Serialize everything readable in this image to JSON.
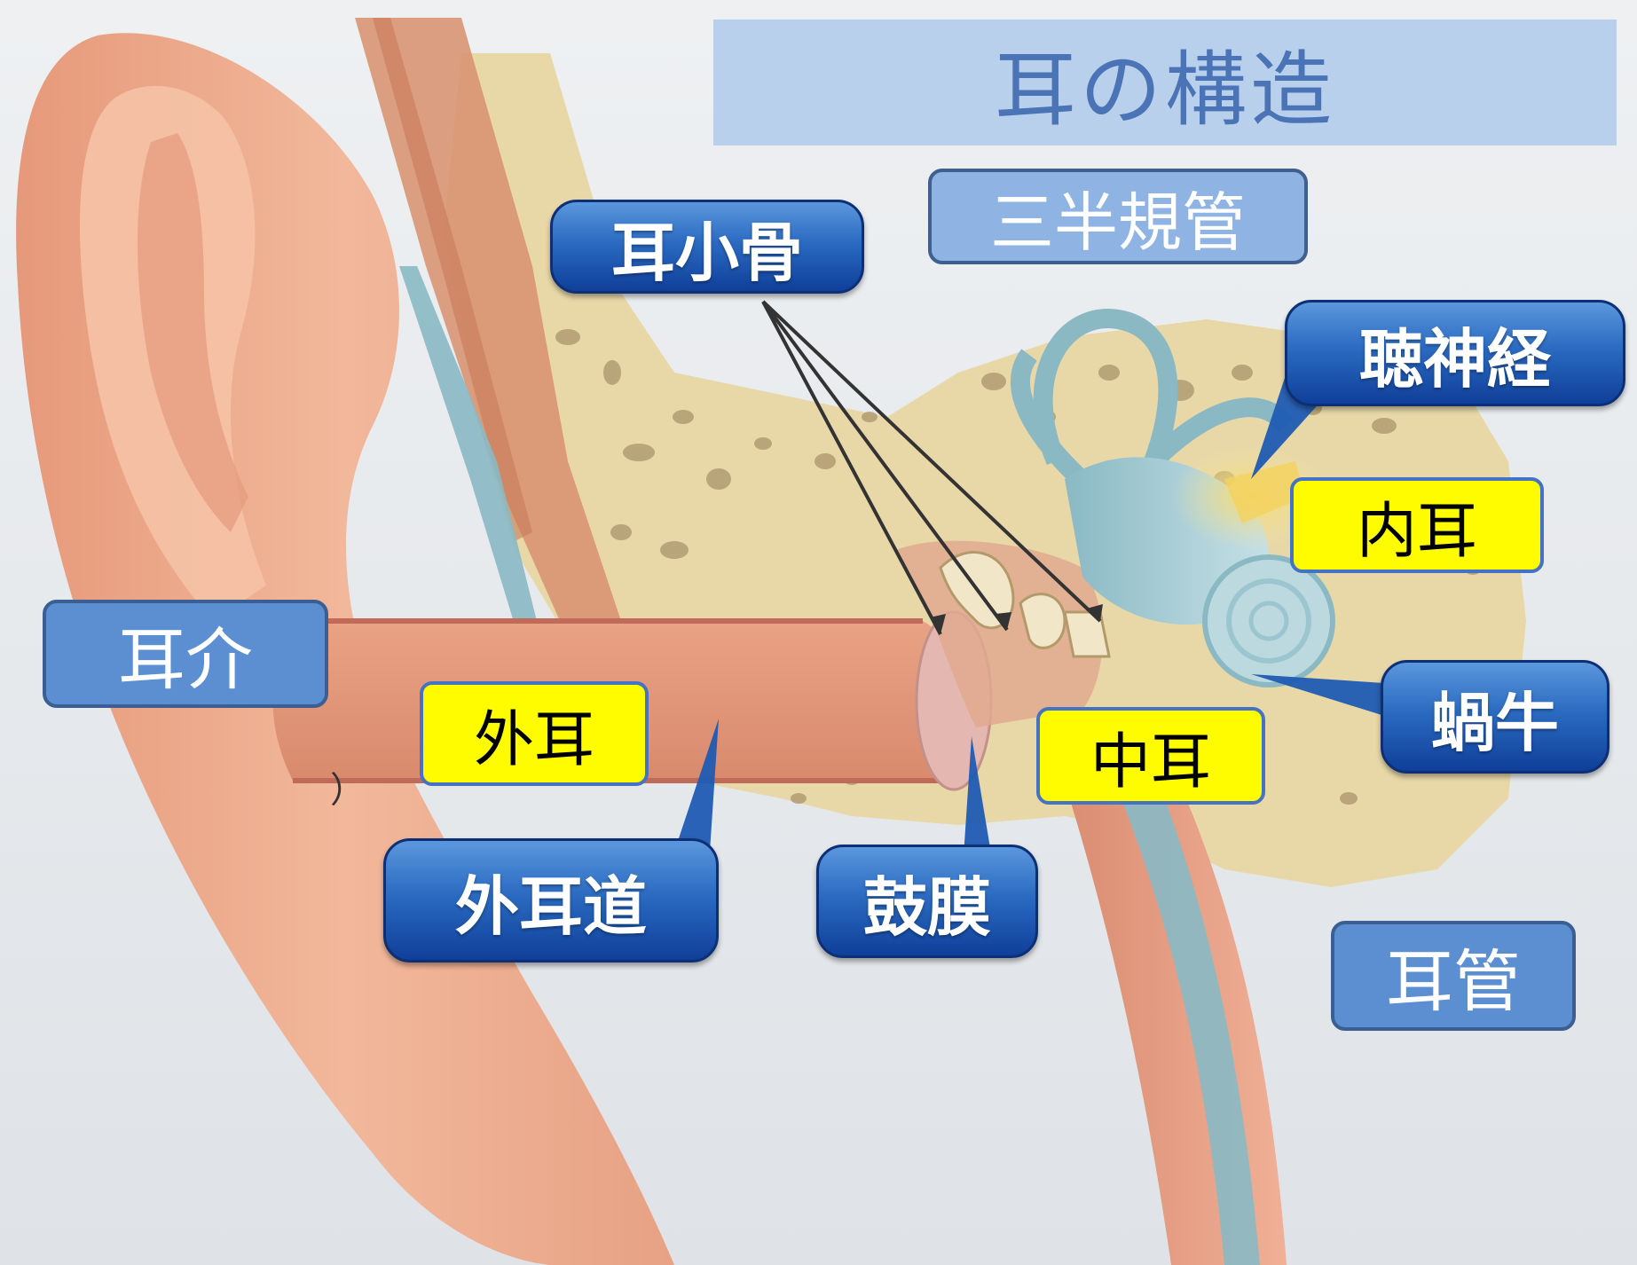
{
  "title": "耳の構造",
  "labels": {
    "auricle": "耳介",
    "outer_ear": "外耳",
    "ear_canal": "外耳道",
    "eardrum": "鼓膜",
    "middle_ear": "中耳",
    "ossicles": "耳小骨",
    "semicircular_canals": "三半規管",
    "auditory_nerve": "聴神経",
    "inner_ear": "内耳",
    "cochlea": "蝸牛",
    "eustachian_tube": "耳管",
    "stray_mark": "）"
  },
  "colors": {
    "skin": "#e9a98a",
    "bone": "#e8d8a8",
    "canal_blue": "#9cc6cf",
    "label_dark_blue": "#1e55b0",
    "label_flat_blue": "#5b8fd1",
    "highlight_yellow": "#fffc00",
    "title_bar": "#b9d0ec",
    "title_text": "#4b74b6"
  }
}
